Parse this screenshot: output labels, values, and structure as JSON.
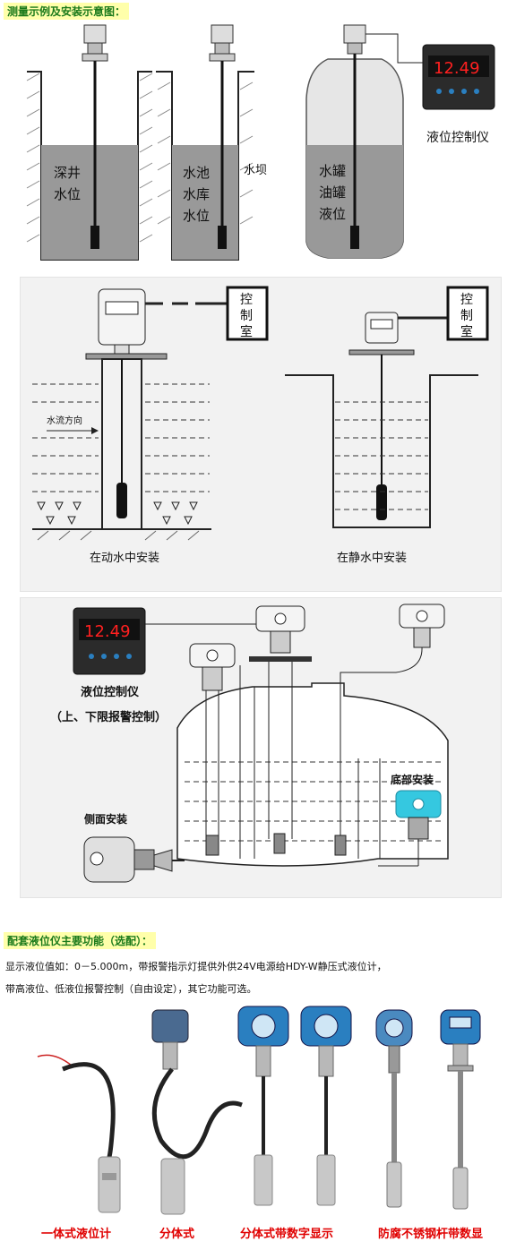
{
  "section1": {
    "heading": "测量示例及安装示意图：",
    "well1": [
      "深井",
      "水位"
    ],
    "well2": [
      "水池",
      "水库",
      "水位"
    ],
    "dam_label": "水坝",
    "tank_label": [
      "水罐",
      "油罐",
      "液位"
    ],
    "controller_display": "12.49",
    "controller_label": "液位控制仪"
  },
  "section2": {
    "control_room": [
      "控",
      "制",
      "室"
    ],
    "flow_label": "水流方向",
    "caption_left": "在动水中安装",
    "caption_right": "在静水中安装"
  },
  "section3": {
    "controller_display": "12.49",
    "controller_label": "液位控制仪",
    "alarm_label": "（上、下限报警控制）",
    "side_mount": "侧面安装",
    "bottom_mount": "底部安装"
  },
  "section4": {
    "heading": "配套液位仪主要功能（选配）：",
    "line1": "显示液位值如：0－5.000m，带报警指示灯提供外供24V电源给HDY-W静压式液位计，",
    "line2": "带高液位、低液位报警控制（自由设定），其它功能可选。"
  },
  "products": {
    "captions": [
      "一体式液位计",
      "分体式",
      "分体式带数字显示",
      "防腐不锈钢杆带数显"
    ]
  },
  "colors": {
    "heading_green": "#1a7a1a",
    "heading_bg": "#ffffaa",
    "caption_red": "#e00000",
    "display_red": "#ff2020",
    "device_blue": "#2a7fc0",
    "bottom_mount_cyan": "#35c8e0"
  }
}
